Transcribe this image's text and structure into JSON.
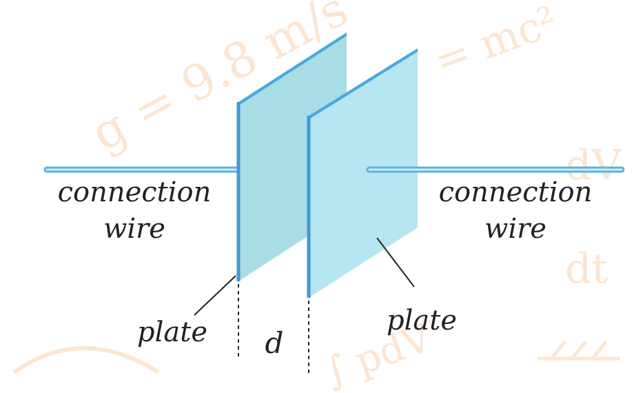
{
  "diagram": {
    "left_wire_label": [
      "connection",
      "wire"
    ],
    "right_wire_label": [
      "connection",
      "wire"
    ],
    "left_plate_label": "plate",
    "right_plate_label": "plate",
    "separation_label": "d"
  },
  "background_watermark": [
    "g = 9.8 m/s",
    "= mc²",
    "dV",
    "dt",
    "∫ pdV"
  ],
  "colors": {
    "left_plate_fill": "#a8dde6",
    "right_plate_fill": "#b6e6f2",
    "plate_edge": "#3d9ad6",
    "wire": "#8ccbe6",
    "label_text": "#222222",
    "watermark": "#fbe6d2"
  }
}
